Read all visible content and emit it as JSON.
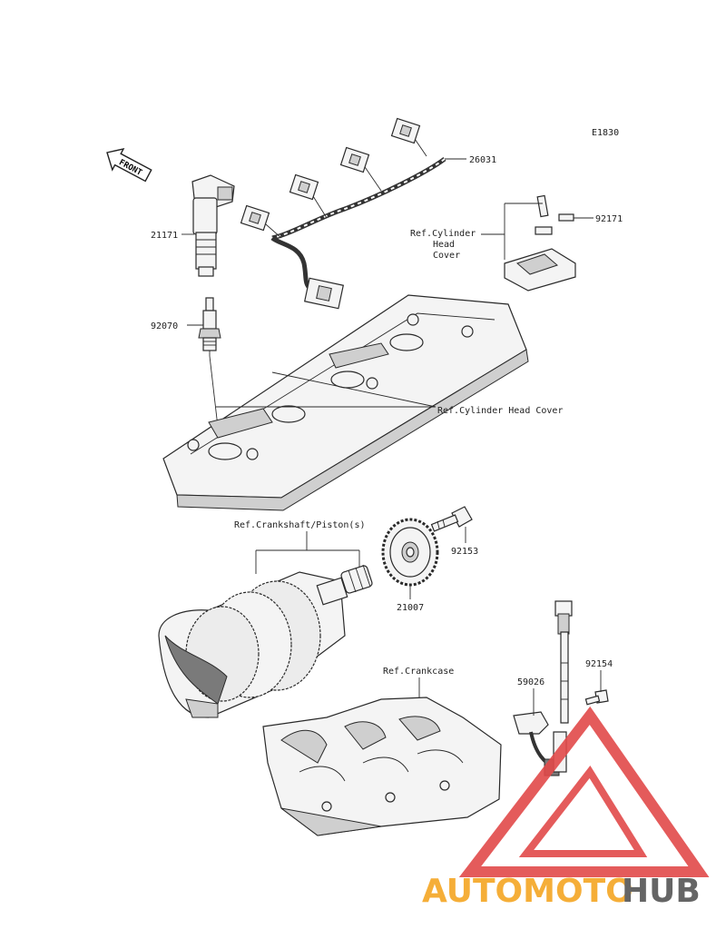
{
  "diagram_code": "E1830",
  "front_arrow_text": "FRONT",
  "labels": {
    "harness": "26031",
    "ignition_coil": "21171",
    "spark_plug": "92070",
    "clamp": "92171",
    "ref_head_cover_small": [
      "Ref.Cylinder",
      "Head",
      "Cover"
    ],
    "ref_head_cover": "Ref.Cylinder Head Cover",
    "ref_crankshaft": "Ref.Crankshaft/Piston(s)",
    "bolt_rotor": "92153",
    "rotor": "21007",
    "ref_crankcase": "Ref.Crankcase",
    "sensor": "59026",
    "bolt_sensor": "92154"
  },
  "watermark": {
    "part1": "AUTOMOTO",
    "part2": "HUB",
    "color1": "#f5a623",
    "color2": "#555555",
    "triangle_color": "#e24a4a"
  }
}
